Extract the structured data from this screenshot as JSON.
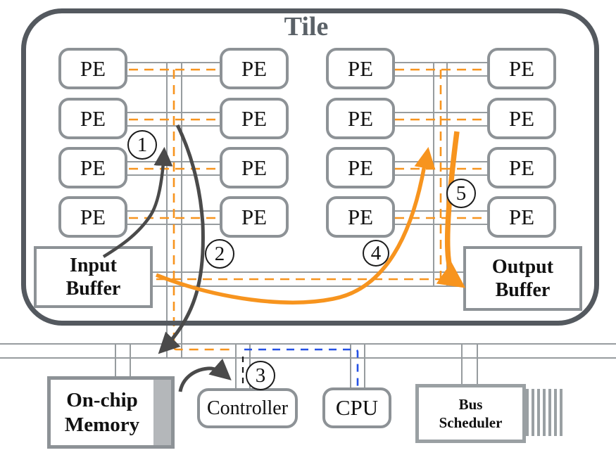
{
  "diagram": {
    "title": "Tile",
    "tile": {
      "pe_label": "PE",
      "input_buffer_label": "Input\nBuffer",
      "output_buffer_label": "Output\nBuffer"
    },
    "chip": {
      "memory_label": "On-chip\nMemory",
      "controller_label": "Controller",
      "cpu_label": "CPU",
      "bus_scheduler_label": "Bus\nScheduler"
    },
    "flow_steps": [
      {
        "label": "1"
      },
      {
        "label": "2"
      },
      {
        "label": "3"
      },
      {
        "label": "4"
      },
      {
        "label": "5"
      }
    ],
    "colors": {
      "data_path_orange": "#F7941E",
      "control_path_blue": "#2451E6",
      "memory_path_dark": "#4A4A4A",
      "bus_gray": "#979C9F",
      "box_border_gray": "#8D9296",
      "tile_border": "#54595F"
    }
  }
}
